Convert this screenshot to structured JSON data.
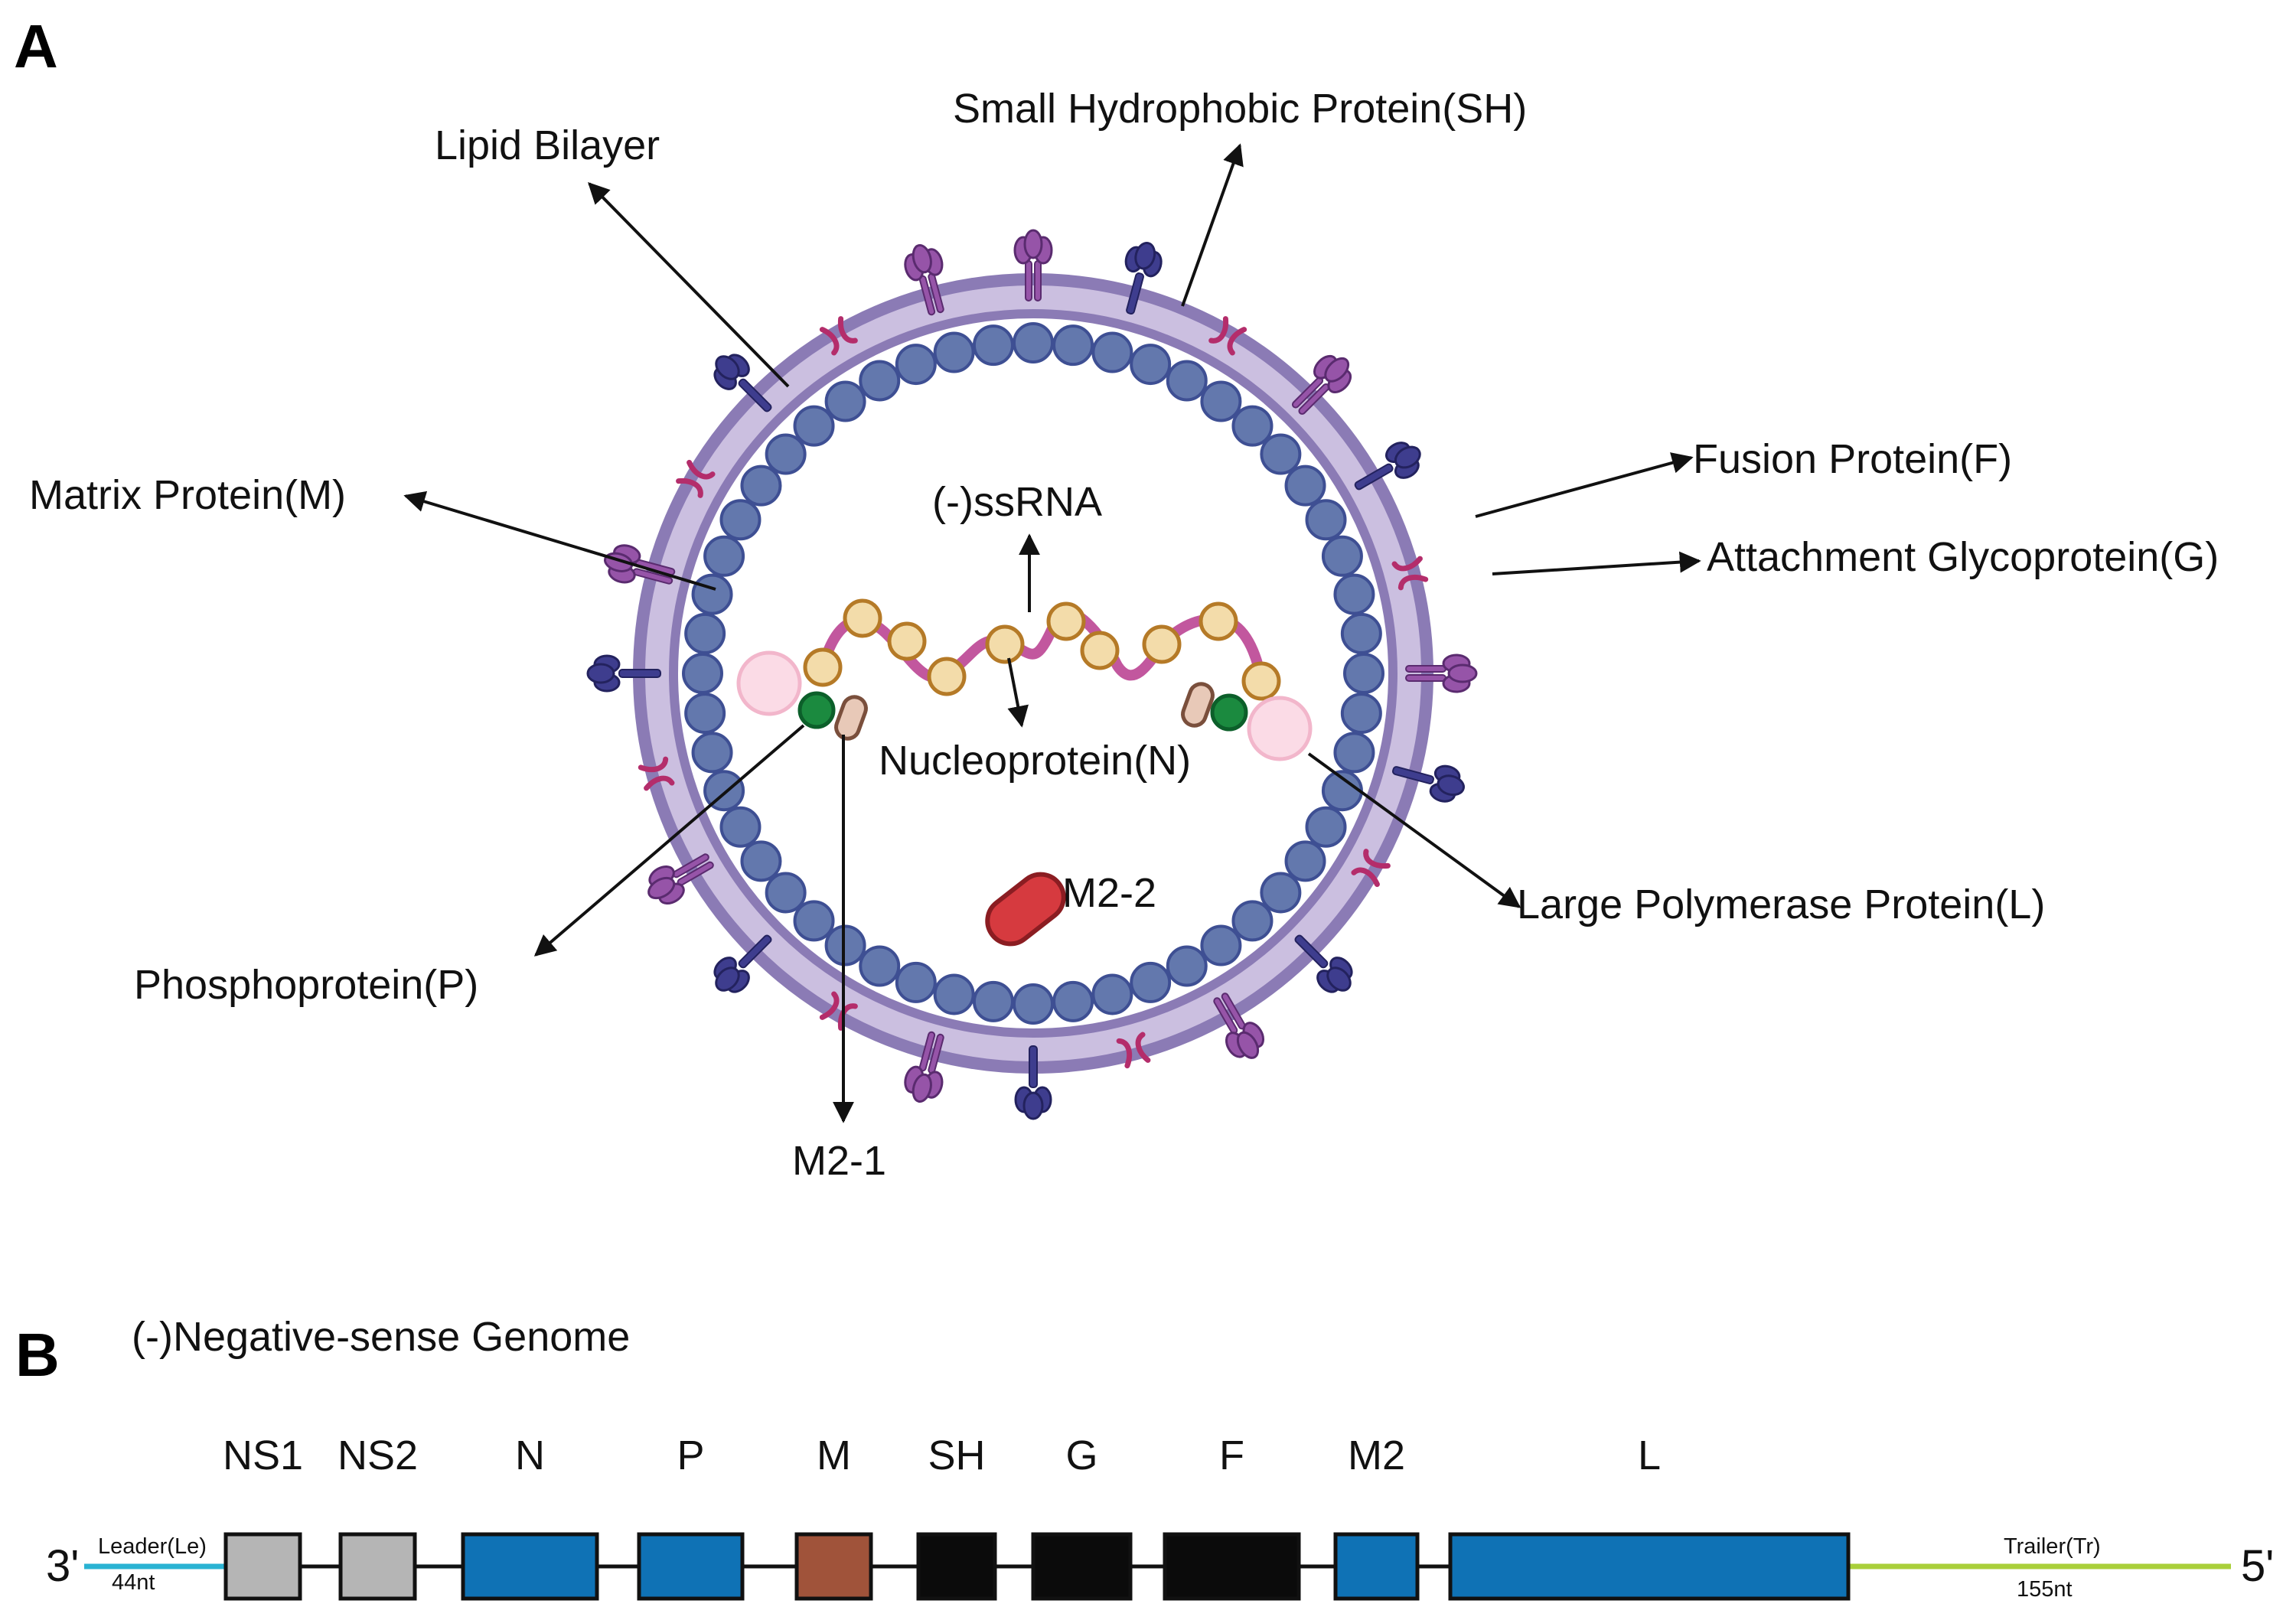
{
  "panel_a": {
    "letter": "A",
    "labels": {
      "lipid_bilayer": "Lipid Bilayer",
      "sh": "Small Hydrophobic Protein(SH)",
      "matrix": "Matrix Protein(M)",
      "ssrna": "(-)ssRNA",
      "fusion": "Fusion Protein(F)",
      "attachment": "Attachment Glycoprotein(G)",
      "nucleoprotein": "Nucleoprotein(N)",
      "m22": "M2-2",
      "large_pol": "Large Polymerase Protein(L)",
      "phospho": "Phosphoprotein(P)",
      "m21": "M2-1"
    }
  },
  "panel_b": {
    "letter": "B",
    "title": "(-)Negative-sense Genome",
    "end_3": "3'",
    "end_5": "5'",
    "leader": "Leader(Le)",
    "leader_len": "44nt",
    "trailer": "Trailer(Tr)",
    "trailer_len": "155nt",
    "genes": [
      {
        "name": "NS1",
        "color": "#b5b5b5"
      },
      {
        "name": "NS2",
        "color": "#b5b5b5"
      },
      {
        "name": "N",
        "color": "#0f72b5"
      },
      {
        "name": "P",
        "color": "#0f72b5"
      },
      {
        "name": "M",
        "color": "#a0533a"
      },
      {
        "name": "SH",
        "color": "#0b0b0b"
      },
      {
        "name": "G",
        "color": "#0b0b0b"
      },
      {
        "name": "F",
        "color": "#0b0b0b"
      },
      {
        "name": "M2",
        "color": "#0f72b5"
      },
      {
        "name": "L",
        "color": "#0f72b5"
      }
    ]
  },
  "colors": {
    "membrane": "#a99bc8",
    "matrix_bead": "#6378ad",
    "nucleoprotein_bead": "#f3dcaa",
    "rna": "#c2579e",
    "leader_line": "#2ab3d3",
    "trailer_line": "#a9cf3a",
    "m22": "#d63a3f",
    "f_protein": "#9654a8",
    "g_protein": "#3e3d8e",
    "sh_protein": "#b42d6b"
  }
}
